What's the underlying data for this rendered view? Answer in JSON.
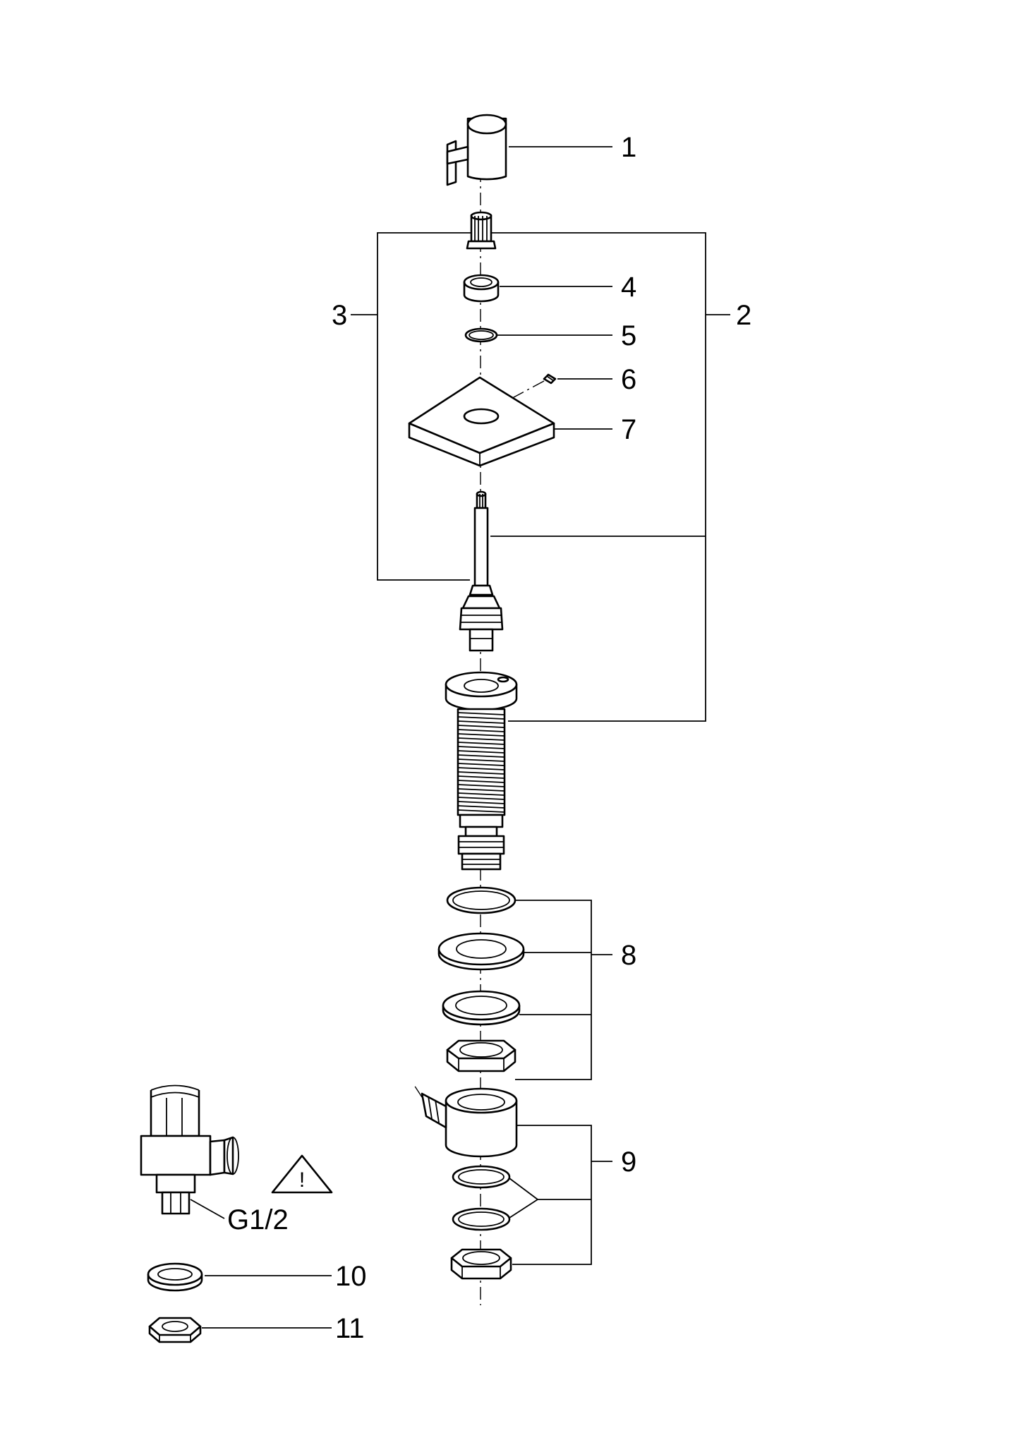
{
  "callouts": {
    "c1": "1",
    "c2": "2",
    "c3": "3",
    "c4": "4",
    "c5": "5",
    "c6": "6",
    "c7": "7",
    "c8": "8",
    "c9": "9",
    "c10": "10",
    "c11": "11"
  },
  "thread_label": "G1/2",
  "warning_symbol": "!"
}
